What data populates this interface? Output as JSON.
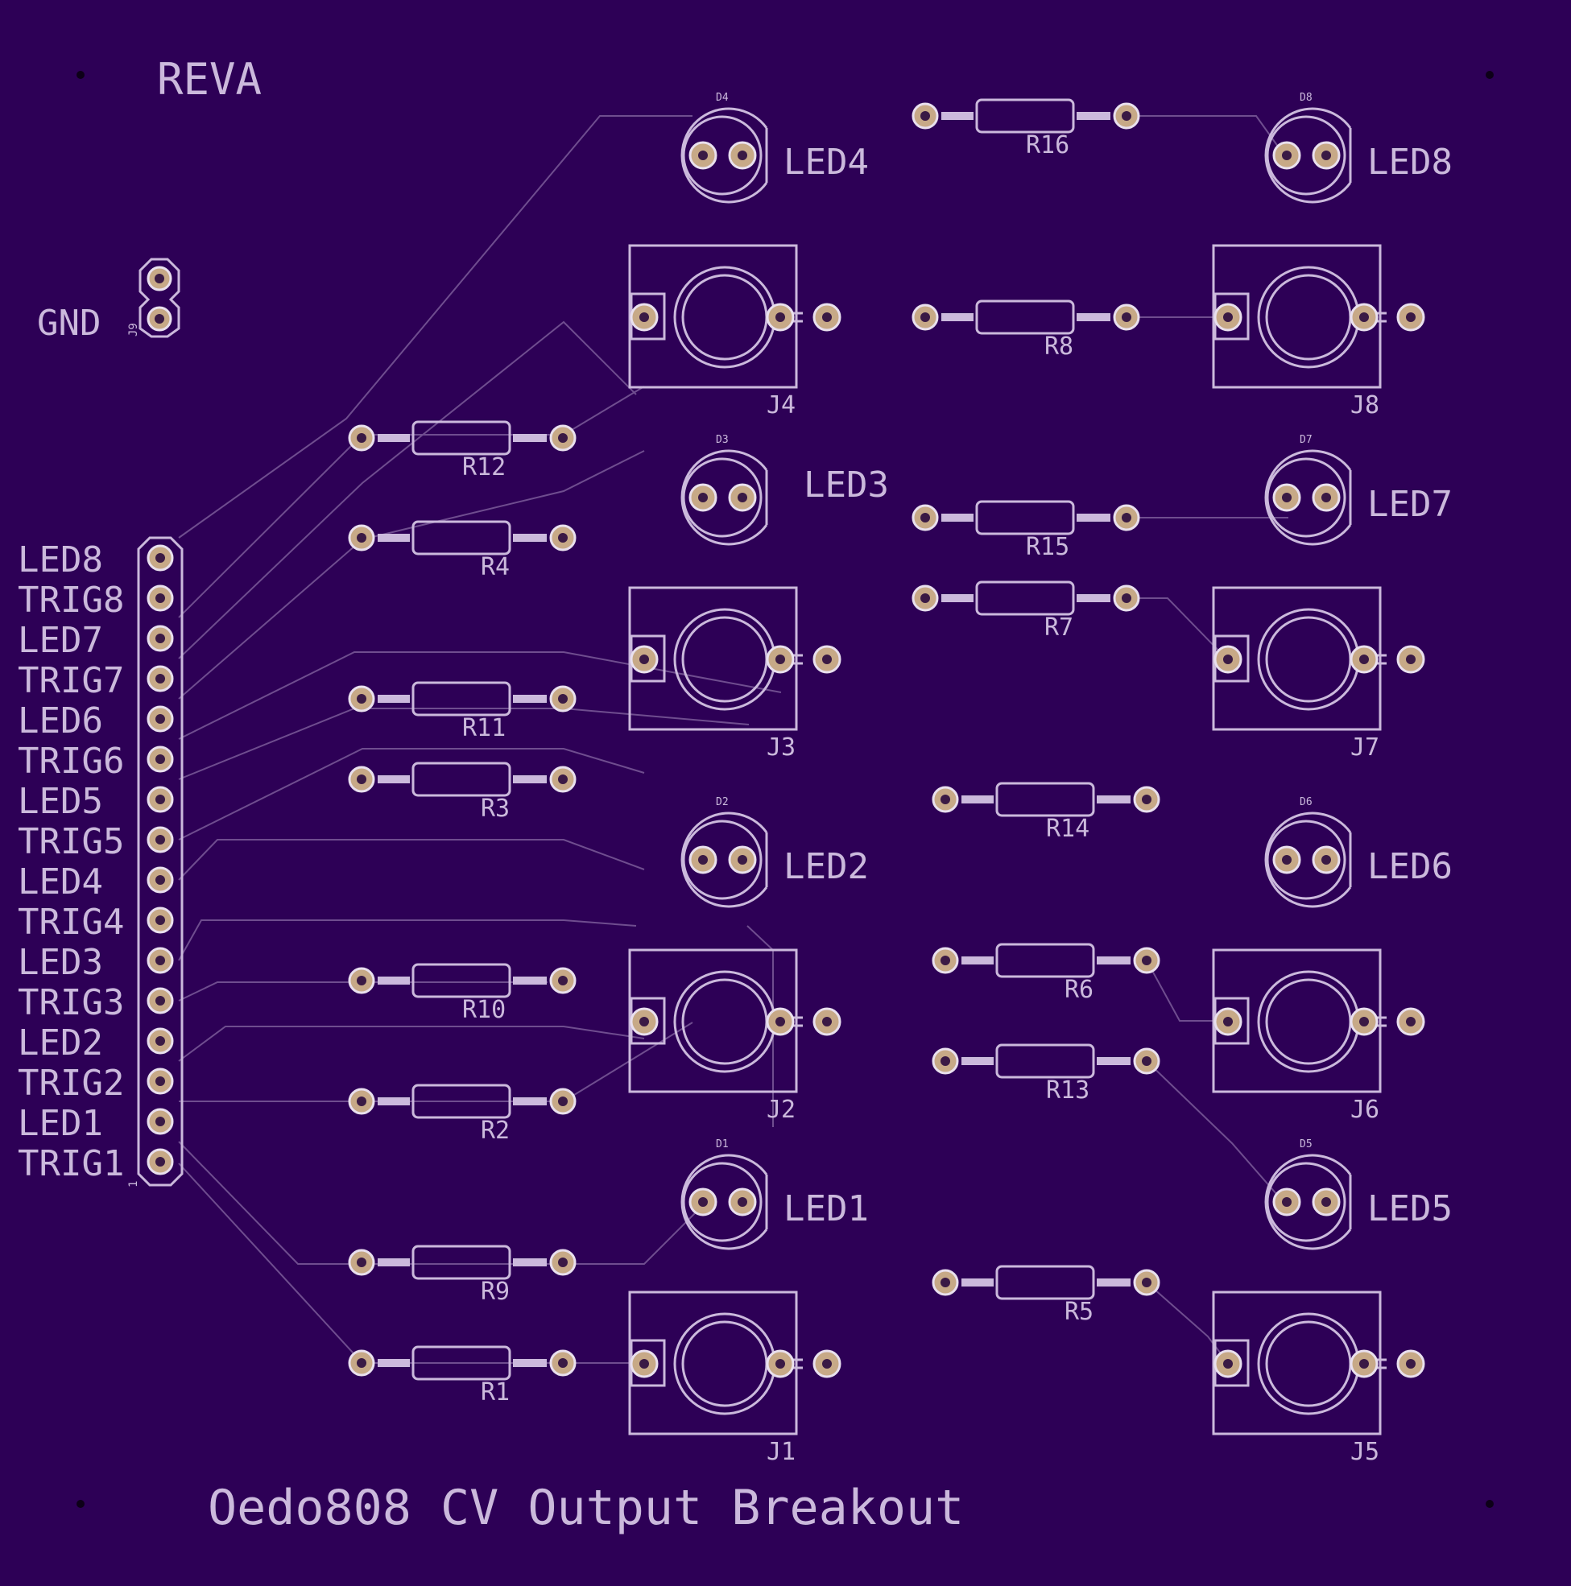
{
  "board": {
    "revision": "REVA",
    "title": "Oedo808 CV Output Breakout",
    "colors": {
      "substrate": "#2d0056",
      "silkscreen": "#cbb9dc",
      "copper": "#c7a987",
      "trace": "#6f4d8f"
    }
  },
  "gnd": {
    "label": "GND",
    "ref": "J9"
  },
  "header": {
    "ref": "1",
    "pins": [
      "LED8",
      "TRIG8",
      "LED7",
      "TRIG7",
      "LED6",
      "TRIG6",
      "LED5",
      "TRIG5",
      "LED4",
      "TRIG4",
      "LED3",
      "TRIG3",
      "LED2",
      "TRIG2",
      "LED1",
      "TRIG1"
    ]
  },
  "leds": [
    {
      "label": "LED4",
      "ref": "D4"
    },
    {
      "label": "LED3",
      "ref": "D3"
    },
    {
      "label": "LED2",
      "ref": "D2"
    },
    {
      "label": "LED1",
      "ref": "D1"
    },
    {
      "label": "LED8",
      "ref": "D8"
    },
    {
      "label": "LED7",
      "ref": "D7"
    },
    {
      "label": "LED6",
      "ref": "D6"
    },
    {
      "label": "LED5",
      "ref": "D5"
    }
  ],
  "jacks": [
    "J4",
    "J3",
    "J2",
    "J1",
    "J8",
    "J7",
    "J6",
    "J5"
  ],
  "resistors": [
    "R12",
    "R4",
    "R11",
    "R3",
    "R10",
    "R2",
    "R9",
    "R1",
    "R16",
    "R8",
    "R15",
    "R7",
    "R14",
    "R6",
    "R13",
    "R5"
  ]
}
